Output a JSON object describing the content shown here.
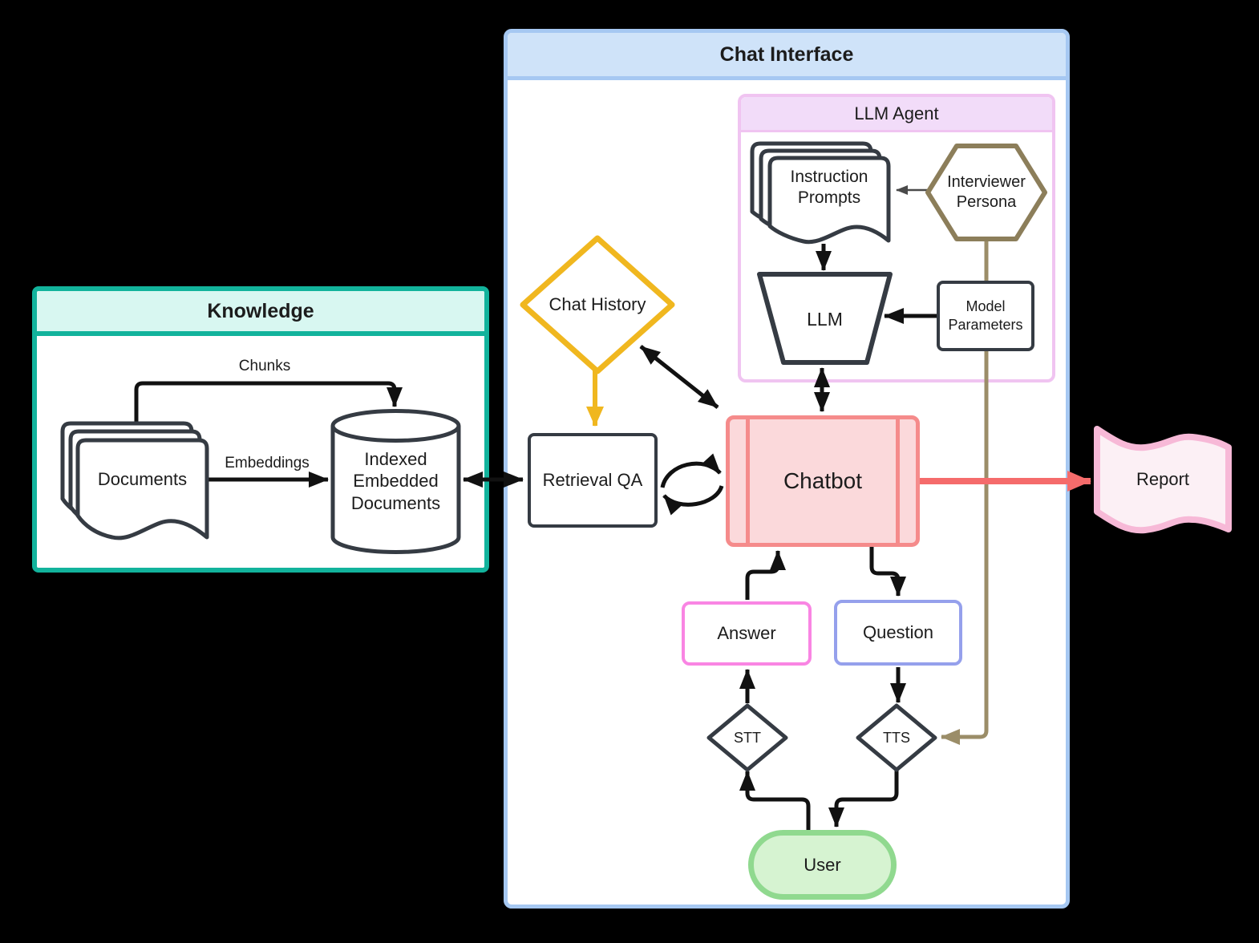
{
  "containers": {
    "chat_interface": "Chat Interface",
    "knowledge": "Knowledge",
    "llm_agent": "LLM Agent"
  },
  "nodes": {
    "documents": "Documents",
    "indexed_embedded_documents": "Indexed\nEmbedded\nDocuments",
    "retrieval_qa": "Retrieval QA",
    "chat_history": "Chat History",
    "chatbot": "Chatbot",
    "instruction_prompts": "Instruction\nPrompts",
    "interviewer_persona": "Interviewer\nPersona",
    "llm": "LLM",
    "model_parameters": "Model\nParameters",
    "report": "Report",
    "answer": "Answer",
    "question": "Question",
    "stt": "STT",
    "tts": "TTS",
    "user": "User"
  },
  "edge_labels": {
    "chunks": "Chunks",
    "embeddings": "Embeddings"
  },
  "colors": {
    "chat_interface_border": "#a6c8f2",
    "chat_interface_header": "#cfe3f9",
    "knowledge_border": "#12b39c",
    "knowledge_header": "#d8f7f1",
    "llm_agent_border": "#f0c4f1",
    "llm_agent_header": "#f2dcf9",
    "chat_history_yellow": "#f0b71f",
    "chatbot_border": "#f58b8b",
    "chatbot_fill": "#fbd9db",
    "report_border": "#f7b9d7",
    "report_fill": "#fcf0f5",
    "answer_border": "#f985e3",
    "question_border": "#95a0ec",
    "user_border": "#90d98f",
    "user_fill": "#d6f3d1",
    "persona_brown": "#8c7e5a",
    "red_arrow": "#f56b6b",
    "dark_stroke": "#353b43",
    "black_arrow": "#111111"
  }
}
